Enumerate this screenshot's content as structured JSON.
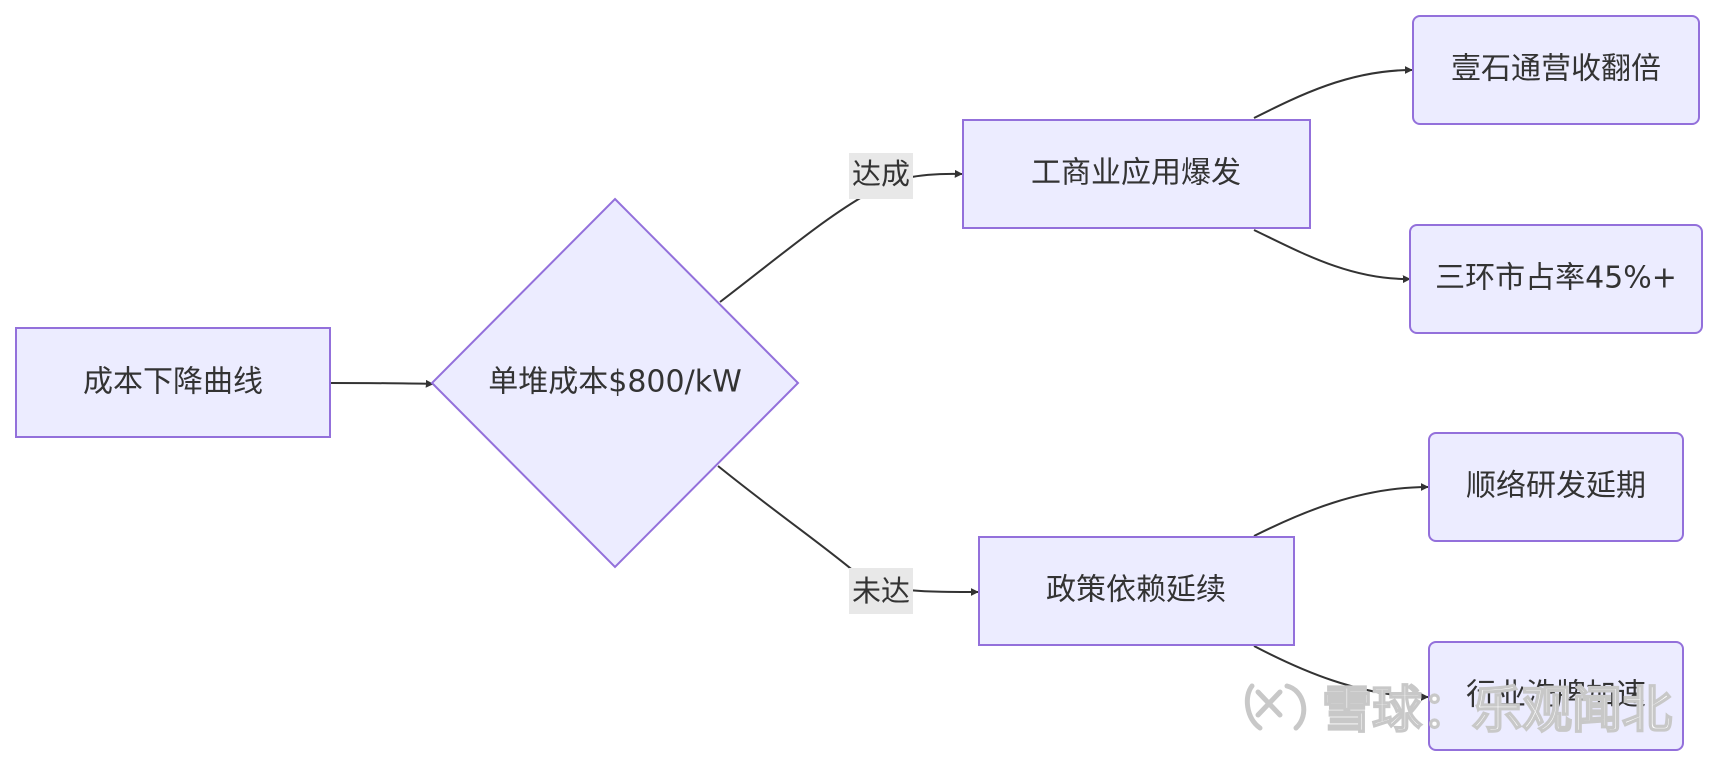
{
  "nodes": {
    "cost_curve": "成本下降曲线",
    "decision": "单堆成本$800/kW",
    "commercial": "工商业应用爆发",
    "yishitong": "壹石通营收翻倍",
    "sanhuan": "三环市占率45%+",
    "policy": "政策依赖延续",
    "shunluo": "顺络研发延期",
    "reshuffle": "行业洗牌加速"
  },
  "edge_labels": {
    "achieved": "达成",
    "not_achieved": "未达"
  },
  "watermark": {
    "text": "雪球：乐观闻北"
  },
  "colors": {
    "node_fill": "#ECECFF",
    "node_stroke": "#9370DB",
    "edge": "#333333",
    "edge_label_bg": "#e8e8e8"
  }
}
